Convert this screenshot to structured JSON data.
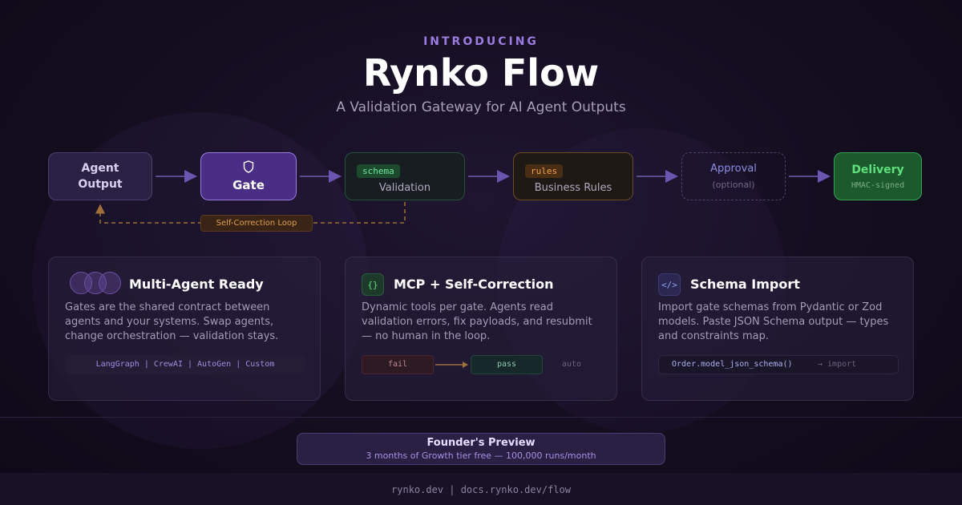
{
  "header": {
    "eyebrow": "INTRODUCING",
    "title": "Rynko Flow",
    "subtitle": "A Validation Gateway for AI Agent Outputs"
  },
  "pipeline": {
    "agent": {
      "line1": "Agent",
      "line2": "Output"
    },
    "gate": {
      "label": "Gate",
      "icon": "shield-icon"
    },
    "schema": {
      "pill": "schema",
      "label": "Validation"
    },
    "rules": {
      "pill": "rules",
      "label": "Business Rules"
    },
    "approval": {
      "label": "Approval",
      "sub": "(optional)"
    },
    "delivery": {
      "label": "Delivery",
      "sub": "HMAC-signed"
    },
    "loop_label": "Self-Correction Loop"
  },
  "cards": [
    {
      "title": "Multi-Agent Ready",
      "icon": "overlapping-circles-icon",
      "body": "Gates are the shared contract between agents and your systems. Swap agents, change orchestration — validation stays.",
      "chips": "LangGraph | CrewAI | AutoGen | Custom"
    },
    {
      "title": "MCP + Self-Correction",
      "icon_text": "{}",
      "body": "Dynamic tools per gate. Agents read validation errors, fix payloads, and resubmit — no human in the loop.",
      "fail": "fail",
      "pass": "pass",
      "auto": "auto"
    },
    {
      "title": "Schema Import",
      "icon_text": "</>",
      "body": "Import gate schemas from Pydantic or Zod models. Paste JSON Schema output — types and constraints map.",
      "code": "Order.model_json_schema()",
      "import": "→ import"
    }
  ],
  "preview": {
    "title": "Founder's Preview",
    "subtitle": "3 months of Growth tier free — 100,000 runs/month"
  },
  "footer": "rynko.dev | docs.rynko.dev/flow",
  "colors": {
    "accent": "#9b7be0",
    "gate": "#4a2d85",
    "schema": "#33a355",
    "rules": "#f0a050",
    "delivery": "#1c5a2e"
  }
}
